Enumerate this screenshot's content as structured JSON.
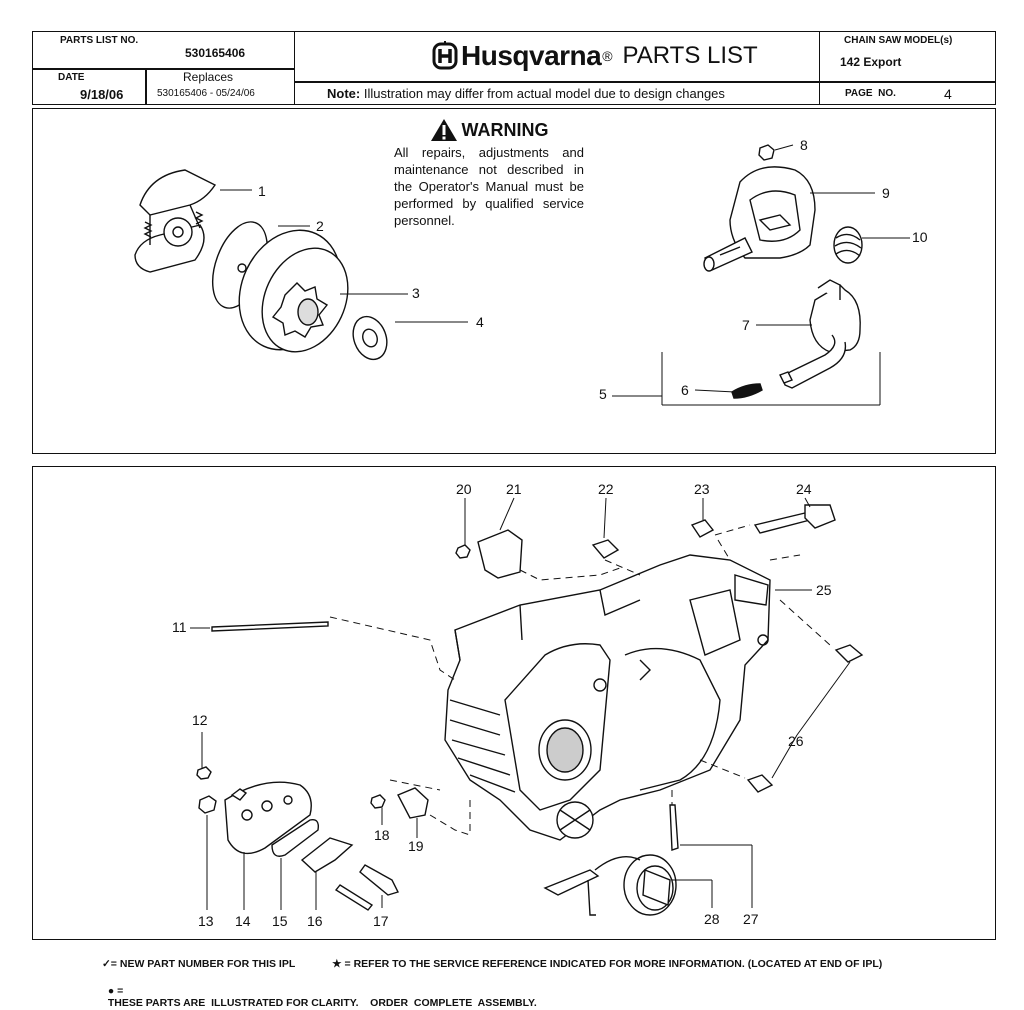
{
  "header": {
    "parts_list_no_label": "PARTS LIST NO.",
    "parts_list_no": "530165406",
    "date_label": "DATE",
    "date": "9/18/06",
    "replaces_label": "Replaces",
    "replaces": "530165406 - 05/24/06",
    "brand": "Husqvarna",
    "brand_mark": "®",
    "title": "PARTS LIST",
    "note_label": "Note:",
    "note_text": "Illustration may differ from actual model due to design changes",
    "model_label": "CHAIN SAW MODEL(s)",
    "model": "142 Export",
    "page_label": "PAGE  NO.",
    "page_no": "4"
  },
  "warning": {
    "title": "WARNING",
    "lines": [
      "All repairs, adjustments and",
      "maintenance not described in",
      "the Operator's Manual must be",
      "performed by qualified service",
      "personnel."
    ]
  },
  "callouts": {
    "p1": "1",
    "p2": "2",
    "p3": "3",
    "p4": "4",
    "p5": "5",
    "p6": "6",
    "p7": "7",
    "p8": "8",
    "p9": "9",
    "p10": "10",
    "p11": "11",
    "p12": "12",
    "p13": "13",
    "p14": "14",
    "p15": "15",
    "p16": "16",
    "p17": "17",
    "p18": "18",
    "p19": "19",
    "p20": "20",
    "p21": "21",
    "p22": "22",
    "p23": "23",
    "p24": "24",
    "p25": "25",
    "p26": "26",
    "p27": "27",
    "p28": "28"
  },
  "footer": {
    "line1_symbol": "✓=",
    "line1_a": "NEW PART NUMBER FOR THIS  IPL",
    "line1_star": "★ =",
    "line1_b": "REFER TO THE SERVICE REFERENCE  INDICATED FOR MORE INFORMATION. (LOCATED AT END OF IPL)",
    "line2_symbol": "● =",
    "line2": "THESE PARTS ARE  ILLUSTRATED FOR CLARITY.    ORDER  COMPLETE  ASSEMBLY."
  }
}
